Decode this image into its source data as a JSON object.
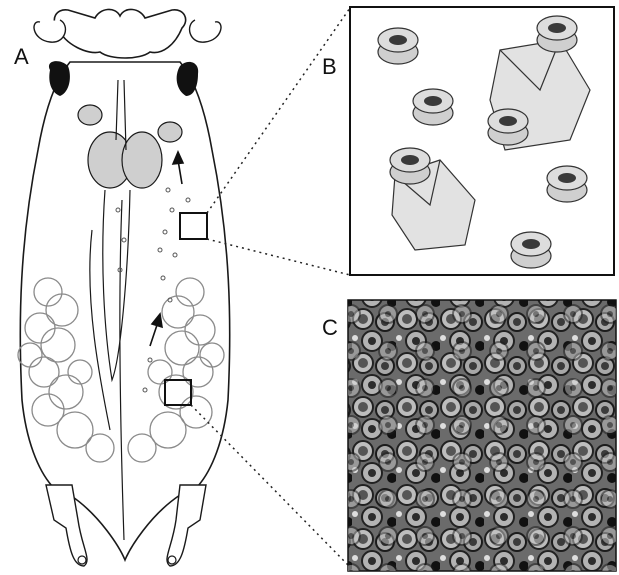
{
  "figure": {
    "panels": [
      {
        "id": "A",
        "label": "A",
        "content": "animal-body-outline"
      },
      {
        "id": "B",
        "label": "B",
        "content": "virus-particles-schematic"
      },
      {
        "id": "C",
        "label": "C",
        "content": "electron-micrograph"
      }
    ],
    "icons": {
      "arrow": "arrow-icon",
      "inset_box": "inset-box-icon"
    },
    "colors": {
      "line": "#1a1a1a",
      "organ_fill": "#cfcfcf",
      "particle_fill": "#d6d6d6",
      "particle_dark": "#3a3a3a",
      "eye_fill": "#111111",
      "micro_bg": "#5c5c5c"
    }
  }
}
